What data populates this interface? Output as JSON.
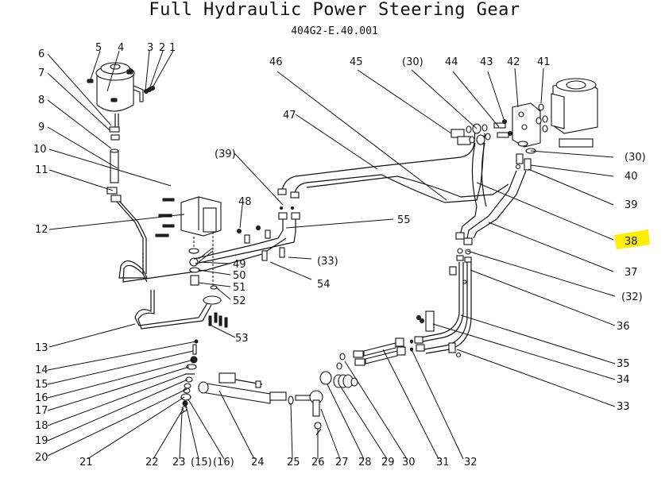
{
  "document": {
    "title": "Full Hydraulic Power Steering Gear",
    "drawing_number": "404G2-E.40.001",
    "highlighted_part": "38",
    "highlight_color": "#ffee00"
  },
  "callouts": [
    {
      "id": "c1",
      "label": "1"
    },
    {
      "id": "c2",
      "label": "2"
    },
    {
      "id": "c3",
      "label": "3"
    },
    {
      "id": "c4",
      "label": "4"
    },
    {
      "id": "c5",
      "label": "5"
    },
    {
      "id": "c6",
      "label": "6"
    },
    {
      "id": "c7",
      "label": "7"
    },
    {
      "id": "c8",
      "label": "8"
    },
    {
      "id": "c9",
      "label": "9"
    },
    {
      "id": "c10",
      "label": "10"
    },
    {
      "id": "c11",
      "label": "11"
    },
    {
      "id": "c12",
      "label": "12"
    },
    {
      "id": "c13",
      "label": "13"
    },
    {
      "id": "c14",
      "label": "14"
    },
    {
      "id": "c15",
      "label": "15"
    },
    {
      "id": "c16",
      "label": "16"
    },
    {
      "id": "c17",
      "label": "17"
    },
    {
      "id": "c18",
      "label": "18"
    },
    {
      "id": "c19",
      "label": "19"
    },
    {
      "id": "c20",
      "label": "20"
    },
    {
      "id": "c21",
      "label": "21"
    },
    {
      "id": "c22",
      "label": "22"
    },
    {
      "id": "c23",
      "label": "23"
    },
    {
      "id": "c15r",
      "label": "(15)"
    },
    {
      "id": "c16r",
      "label": "(16)"
    },
    {
      "id": "c24",
      "label": "24"
    },
    {
      "id": "c25",
      "label": "25"
    },
    {
      "id": "c26",
      "label": "26"
    },
    {
      "id": "c27",
      "label": "27"
    },
    {
      "id": "c28",
      "label": "28"
    },
    {
      "id": "c29",
      "label": "29"
    },
    {
      "id": "c30",
      "label": "30"
    },
    {
      "id": "c31",
      "label": "31"
    },
    {
      "id": "c32",
      "label": "32"
    },
    {
      "id": "c33",
      "label": "33"
    },
    {
      "id": "c34",
      "label": "34"
    },
    {
      "id": "c35",
      "label": "35"
    },
    {
      "id": "c36",
      "label": "36"
    },
    {
      "id": "c32r",
      "label": "(32)"
    },
    {
      "id": "c37",
      "label": "37"
    },
    {
      "id": "c38",
      "label": "38"
    },
    {
      "id": "c39",
      "label": "39"
    },
    {
      "id": "c40",
      "label": "40"
    },
    {
      "id": "c30r_right",
      "label": "(30)"
    },
    {
      "id": "c41",
      "label": "41"
    },
    {
      "id": "c42",
      "label": "42"
    },
    {
      "id": "c43",
      "label": "43"
    },
    {
      "id": "c44",
      "label": "44"
    },
    {
      "id": "c30r_top",
      "label": "(30)"
    },
    {
      "id": "c45",
      "label": "45"
    },
    {
      "id": "c46",
      "label": "46"
    },
    {
      "id": "c47",
      "label": "47"
    },
    {
      "id": "c39r",
      "label": "(39)"
    },
    {
      "id": "c48",
      "label": "48"
    },
    {
      "id": "c55",
      "label": "55"
    },
    {
      "id": "c33r",
      "label": "(33)"
    },
    {
      "id": "c54",
      "label": "54"
    },
    {
      "id": "c49",
      "label": "49"
    },
    {
      "id": "c50",
      "label": "50"
    },
    {
      "id": "c51",
      "label": "51"
    },
    {
      "id": "c52",
      "label": "52"
    },
    {
      "id": "c53",
      "label": "53"
    }
  ]
}
